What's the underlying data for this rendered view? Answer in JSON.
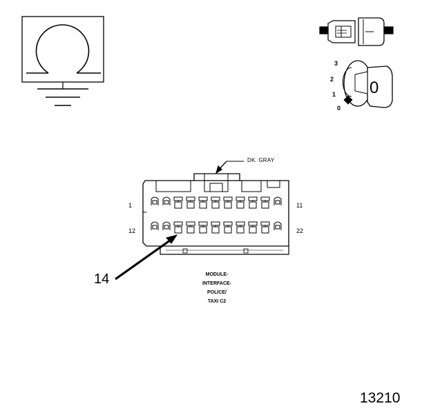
{
  "diagram": {
    "ground_symbol": {
      "icon": "omega-ground-icon"
    },
    "switch_symbol": {
      "icon": "ignition-switch-icon"
    },
    "key_symbol": {
      "icon": "ignition-key-icon",
      "positions": [
        "3",
        "2",
        "1",
        "0"
      ],
      "key_label": "0"
    },
    "connector": {
      "wire_color_label": "DK. GRAY",
      "pin_labels": {
        "top_left": "1",
        "top_right": "11",
        "bottom_left": "12",
        "bottom_right": "22"
      },
      "name_lines": [
        "MODULE-",
        "INTERFACE-",
        "POLICE/",
        "TAXI C2"
      ],
      "callout": "14"
    },
    "figure_number": "13210"
  }
}
